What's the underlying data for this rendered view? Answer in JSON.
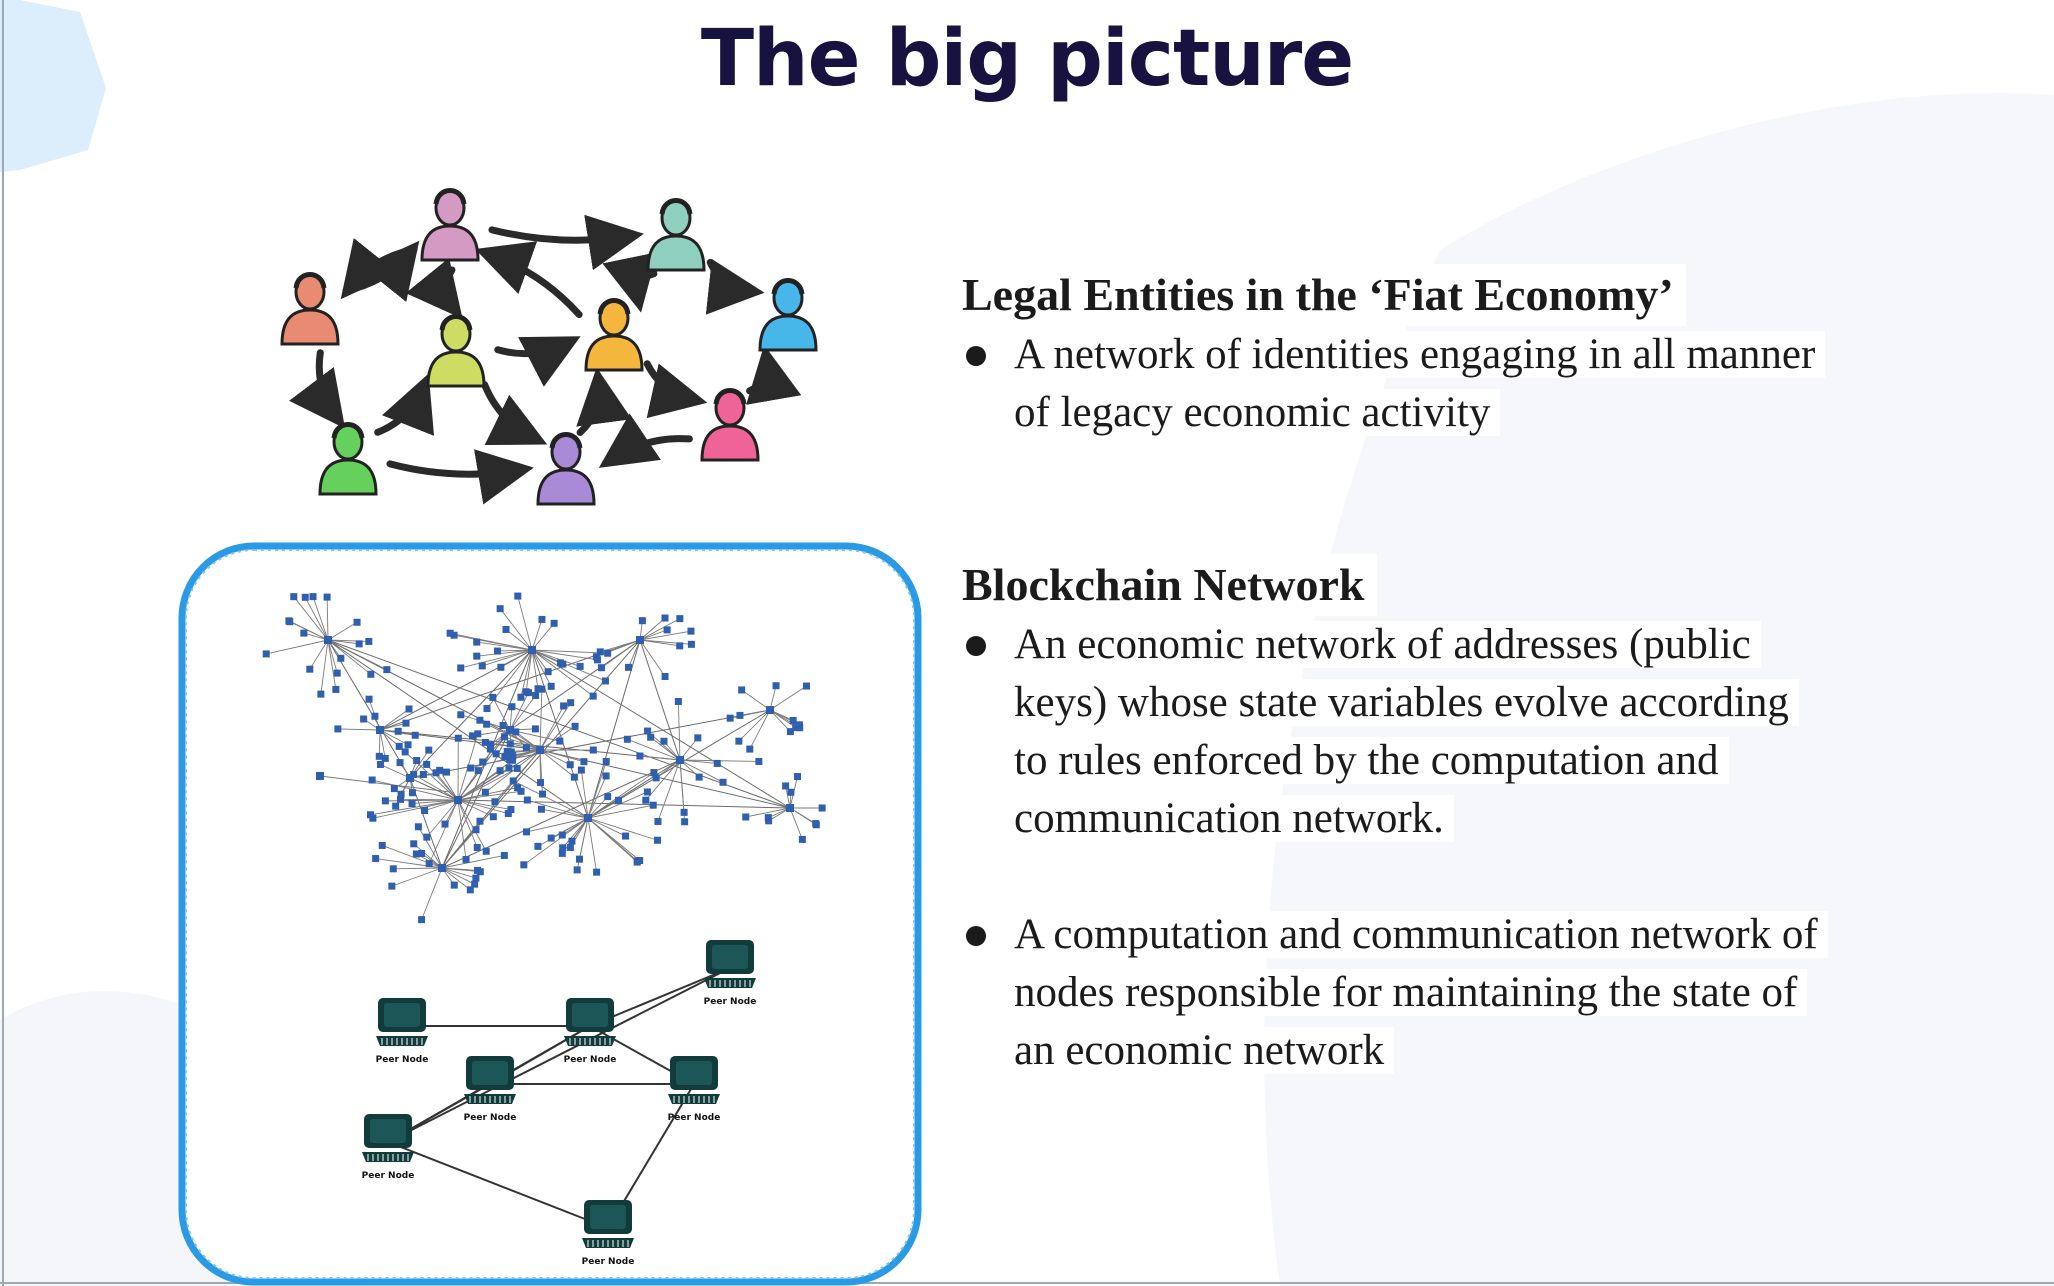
{
  "slide": {
    "title": "The big picture",
    "colors": {
      "title": "#17123f",
      "text": "#1b1b1b",
      "frame": "#2a9ae6",
      "node": "#2f5fae",
      "computer": "#123c3c",
      "background_accent": "#dcedfb"
    }
  },
  "sections": [
    {
      "heading": "Legal Entities in the ‘Fiat Economy’",
      "bullets": [
        [
          "A network of identities engaging in all manner",
          "of legacy economic activity"
        ]
      ]
    },
    {
      "heading": "Blockchain Network",
      "bullets": [
        [
          "An economic network of addresses (public",
          "keys) whose state variables evolve according",
          "to rules enforced by the computation and",
          "communication network."
        ],
        [
          "A computation and communication network of",
          "nodes responsible for maintaining the state of",
          "an economic network"
        ]
      ]
    }
  ],
  "people_network": {
    "icon": "person-icon",
    "people": [
      {
        "id": "p1",
        "color": "#d49ac4"
      },
      {
        "id": "p2",
        "color": "#8fcfbe"
      },
      {
        "id": "p3",
        "color": "#e98b72"
      },
      {
        "id": "p4",
        "color": "#cddc62"
      },
      {
        "id": "p5",
        "color": "#f5b63e"
      },
      {
        "id": "p6",
        "color": "#47b7e9"
      },
      {
        "id": "p7",
        "color": "#66d05c"
      },
      {
        "id": "p8",
        "color": "#a98ad6"
      },
      {
        "id": "p9",
        "color": "#f06396"
      }
    ],
    "links": [
      [
        "p1",
        "p2"
      ],
      [
        "p1",
        "p3"
      ],
      [
        "p3",
        "p1"
      ],
      [
        "p1",
        "p4"
      ],
      [
        "p5",
        "p1"
      ],
      [
        "p4",
        "p5"
      ],
      [
        "p2",
        "p5"
      ],
      [
        "p2",
        "p6"
      ],
      [
        "p3",
        "p7"
      ],
      [
        "p7",
        "p4"
      ],
      [
        "p4",
        "p8"
      ],
      [
        "p7",
        "p8"
      ],
      [
        "p8",
        "p5"
      ],
      [
        "p5",
        "p9"
      ],
      [
        "p9",
        "p8"
      ],
      [
        "p9",
        "p6"
      ]
    ]
  },
  "peer_network": {
    "icon": "computer-icon",
    "node_label": "Peer Node",
    "nodes": [
      "n1",
      "n2",
      "n3",
      "n4",
      "n5",
      "n6",
      "n7"
    ],
    "links": [
      [
        "n1",
        "n2"
      ],
      [
        "n2",
        "n3"
      ],
      [
        "n2",
        "n4"
      ],
      [
        "n2",
        "n5"
      ],
      [
        "n2",
        "n6"
      ],
      [
        "n4",
        "n5"
      ],
      [
        "n5",
        "n7"
      ],
      [
        "n6",
        "n1"
      ],
      [
        "n6",
        "n7"
      ],
      [
        "n4",
        "n6"
      ]
    ]
  },
  "address_graph": {
    "icon": "address-node-icon"
  }
}
